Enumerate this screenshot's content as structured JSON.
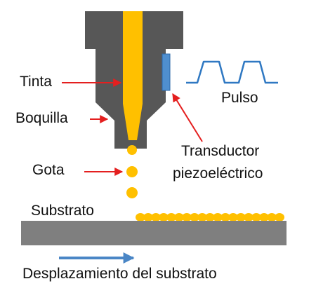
{
  "labels": {
    "tinta": "Tinta",
    "boquilla": "Boquilla",
    "gota": "Gota",
    "pulso": "Pulso",
    "transductor_line1": "Transductor",
    "transductor_line2": "piezoeléctrico",
    "substrato": "Substrato",
    "desplazamiento": "Desplazamiento del substrato"
  },
  "colors": {
    "nozzle_body": "#575757",
    "ink": "#ffc000",
    "transducer": "#4f8fcf",
    "pulse_wave": "#2f78c2",
    "label_arrow": "#e41f1f",
    "substrate": "#7f7f7f",
    "motion_arrow": "#4a86c6"
  }
}
